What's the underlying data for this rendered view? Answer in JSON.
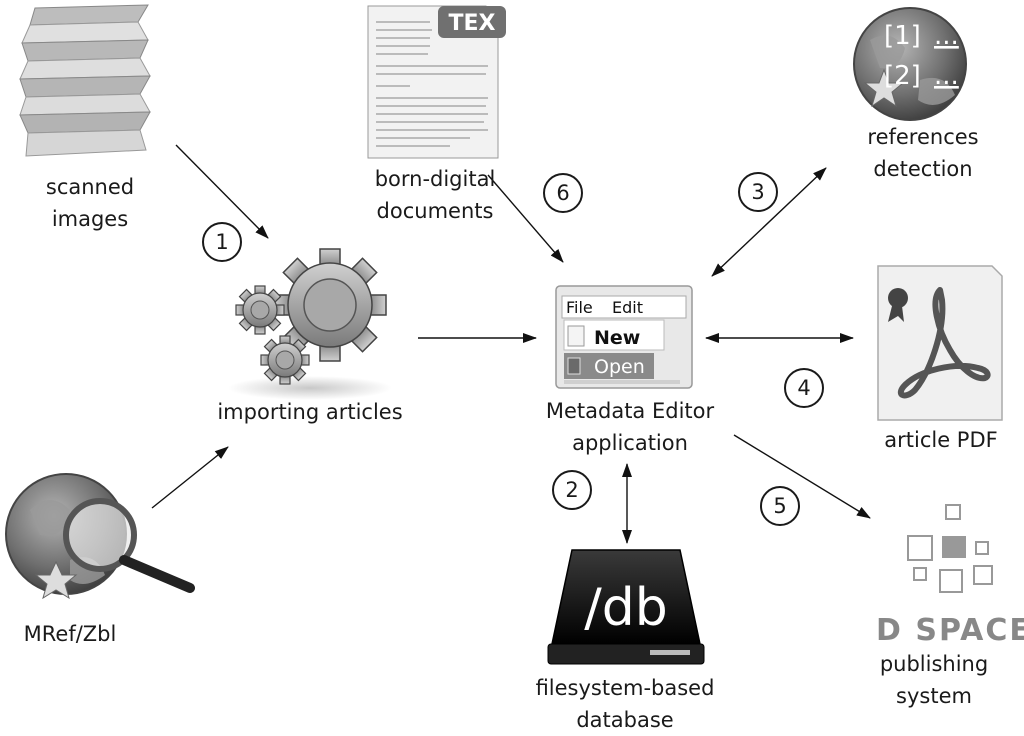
{
  "nodes": {
    "scanned": {
      "label_line1": "scanned",
      "label_line2": "images"
    },
    "born_digital": {
      "label_line1": "born-digital",
      "label_line2": "documents",
      "badge": "TEX"
    },
    "references": {
      "label_line1": "references",
      "label_line2": "detection",
      "ref1": "[1]",
      "ref2": "[2]",
      "ellipsis": "..."
    },
    "importing": {
      "label": "importing articles"
    },
    "editor": {
      "label_line1": "Metadata Editor",
      "label_line2": "application",
      "menu_file": "File",
      "menu_edit": "Edit",
      "item_new": "New",
      "item_open": "Open"
    },
    "pdf": {
      "label": "article PDF"
    },
    "mref": {
      "label": "MRef/Zbl"
    },
    "database": {
      "label_line1": "filesystem-based",
      "label_line2": "database",
      "disk_text": "/db"
    },
    "publishing": {
      "label_line1": "publishing",
      "label_line2": "system",
      "logo_text": "D SPACE"
    }
  },
  "steps": [
    "1",
    "2",
    "3",
    "4",
    "5",
    "6"
  ],
  "colors": {
    "ink": "#1a1a1a",
    "gray": "#8c8c8c",
    "light": "#d9d9d9"
  }
}
